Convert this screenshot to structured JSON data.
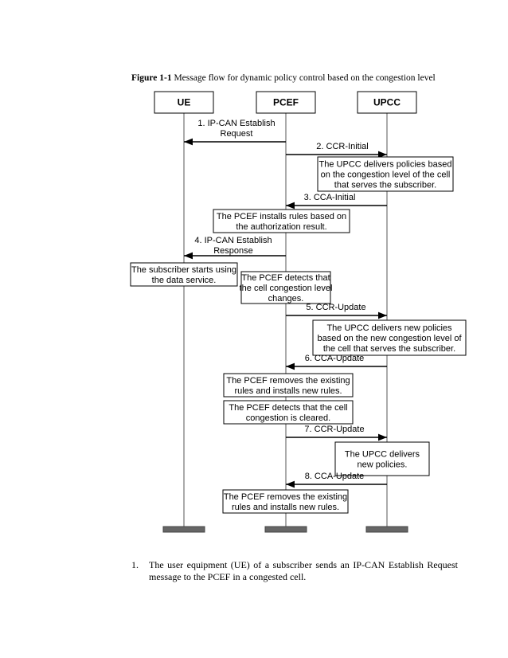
{
  "caption": {
    "label": "Figure 1-1",
    "text": " Message flow for dynamic policy control based on the congestion level"
  },
  "actors": [
    "UE",
    "PCEF",
    "UPCC"
  ],
  "steps": [
    {
      "type": "msg",
      "from": 1,
      "to": 0,
      "lines": [
        "1. IP-CAN Establish",
        "Request"
      ]
    },
    {
      "type": "msg",
      "from": 1,
      "to": 2,
      "lines": [
        "2. CCR-Initial"
      ]
    },
    {
      "type": "note",
      "lines": [
        "The UPCC delivers policies based",
        "on the congestion level of the cell",
        "that serves the subscriber."
      ]
    },
    {
      "type": "msg",
      "from": 2,
      "to": 1,
      "lines": [
        "3. CCA-Initial"
      ]
    },
    {
      "type": "note",
      "lines": [
        "The PCEF installs rules based on",
        "the authorization result."
      ]
    },
    {
      "type": "msg",
      "from": 1,
      "to": 0,
      "lines": [
        "4. IP-CAN Establish",
        "Response"
      ]
    },
    {
      "type": "note",
      "lines": [
        "The subscriber starts using",
        "the data service."
      ]
    },
    {
      "type": "note",
      "lines": [
        "The PCEF detects that",
        "the cell congestion level",
        "changes."
      ]
    },
    {
      "type": "msg",
      "from": 1,
      "to": 2,
      "lines": [
        "5. CCR-Update"
      ]
    },
    {
      "type": "note",
      "lines": [
        "The UPCC delivers new policies",
        "based on the new congestion level of",
        "the cell that serves the subscriber."
      ]
    },
    {
      "type": "msg",
      "from": 2,
      "to": 1,
      "lines": [
        "6. CCA-Update"
      ]
    },
    {
      "type": "note",
      "lines": [
        "The PCEF removes the existing",
        "rules and installs new rules."
      ]
    },
    {
      "type": "note",
      "lines": [
        "The PCEF detects that the cell",
        "congestion is cleared."
      ]
    },
    {
      "type": "msg",
      "from": 1,
      "to": 2,
      "lines": [
        "7. CCR-Update"
      ]
    },
    {
      "type": "note",
      "lines": [
        "The UPCC delivers",
        "new policies."
      ]
    },
    {
      "type": "msg",
      "from": 2,
      "to": 1,
      "lines": [
        "8. CCA-Update"
      ]
    },
    {
      "type": "note",
      "lines": [
        "The PCEF removes the existing",
        "rules and installs new rules."
      ]
    }
  ],
  "footnote": {
    "number": "1.",
    "text": "The user equipment (UE) of a subscriber sends an IP-CAN Establish Request message to the PCEF in a congested cell."
  }
}
